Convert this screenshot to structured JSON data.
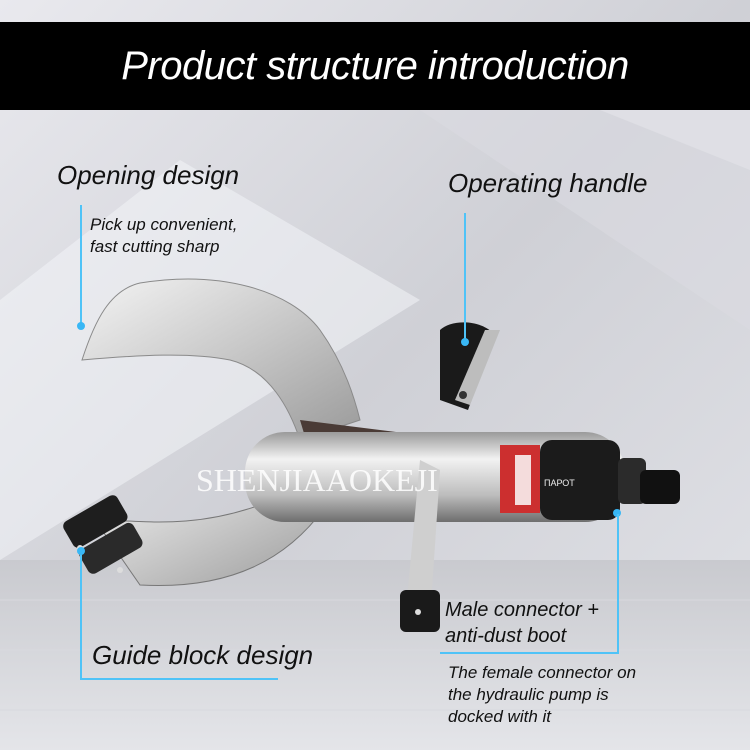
{
  "header": {
    "title": "Product structure introduction"
  },
  "callouts": {
    "opening": {
      "title": "Opening design",
      "desc_line1": "Pick up convenient,",
      "desc_line2": "fast cutting sharp"
    },
    "handle": {
      "title": "Operating handle"
    },
    "guide": {
      "title": "Guide block design"
    },
    "connector": {
      "title_line1": "Male connector +",
      "title_line2": "anti-dust boot",
      "desc_line1": "The female connector on",
      "desc_line2": "the hydraulic pump is",
      "desc_line3": "docked with it"
    }
  },
  "watermark": "SHENJIAAOKEJI",
  "product_label": "ПАРОТ",
  "accent_color": "#4fc3f7"
}
